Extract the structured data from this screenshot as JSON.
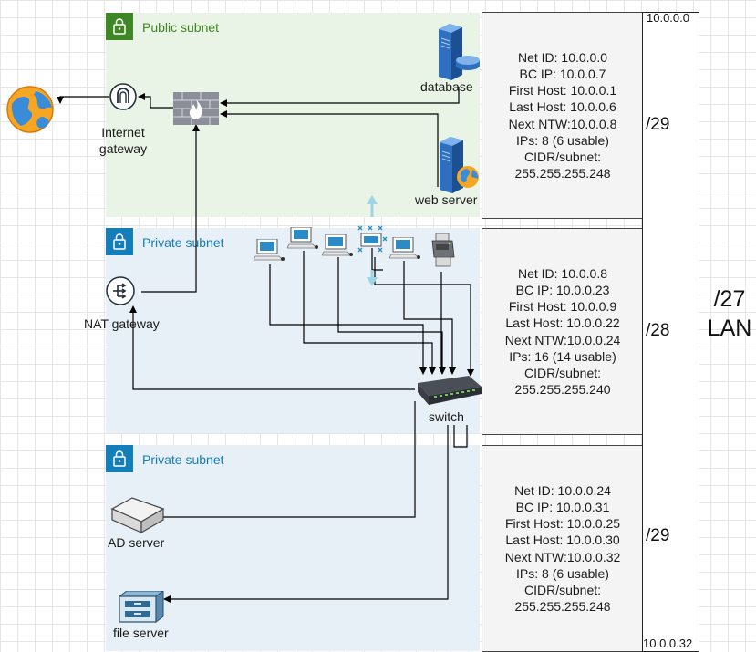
{
  "subnets": {
    "public": {
      "title": "Public subnet"
    },
    "private1": {
      "title": "Private subnet"
    },
    "private2": {
      "title": "Private subnet"
    }
  },
  "nodes": {
    "internet_gateway": "Internet\ngateway",
    "database": "database",
    "web_server": "web server",
    "nat_gateway": "NAT gateway",
    "switch": "switch",
    "ad_server": "AD server",
    "file_server": "file server"
  },
  "info_boxes": [
    {
      "net_id": "Net ID: 10.0.0.0",
      "bc_ip": "BC IP: 10.0.0.7",
      "first_host": "First Host: 10.0.0.1",
      "last_host": "Last Host: 10.0.0.6",
      "next_ntw": "Next NTW:10.0.0.8",
      "ips": "IPs: 8 (6 usable)",
      "cidr_label": "CIDR/subnet:",
      "mask": "255.255.255.248"
    },
    {
      "net_id": "Net ID: 10.0.0.8",
      "bc_ip": "BC IP: 10.0.0.23",
      "first_host": "First Host: 10.0.0.9",
      "last_host": "Last Host: 10.0.0.22",
      "next_ntw": "Next NTW:10.0.0.24",
      "ips": "IPs: 16 (14 usable)",
      "cidr_label": "CIDR/subnet:",
      "mask": "255.255.255.240"
    },
    {
      "net_id": "Net ID: 10.0.0.24",
      "bc_ip": "BC IP: 10.0.0.31",
      "first_host": "First Host: 10.0.0.25",
      "last_host": "Last Host: 10.0.0.30",
      "next_ntw": "Next NTW:10.0.0.32",
      "ips": "IPs: 8 (6 usable)",
      "cidr_label": "CIDR/subnet:",
      "mask": "255.255.255.248"
    }
  ],
  "prefixes": [
    "/29",
    "/28",
    "/29"
  ],
  "lan": {
    "prefix": "/27",
    "label": "LAN"
  },
  "range": {
    "start": "10.0.0.0",
    "end": "10.0.0.32"
  },
  "colors": {
    "public_accent": "#3f8624",
    "private_accent": "#147eba",
    "public_bg": "#e9f3e6",
    "private_bg": "#e7f0f7"
  },
  "icons": {
    "globe": "globe-icon",
    "internet_gateway": "internet-gateway-icon",
    "firewall": "firewall-icon",
    "database": "database-server-icon",
    "web_server": "web-server-icon",
    "nat_gateway": "nat-gateway-icon",
    "workstation": "workstation-icon",
    "wireless_hub": "wireless-hub-icon",
    "printer": "printer-icon",
    "switch": "switch-icon",
    "ad_server": "ad-server-icon",
    "file_server": "file-server-icon",
    "lock": "lock-icon"
  }
}
